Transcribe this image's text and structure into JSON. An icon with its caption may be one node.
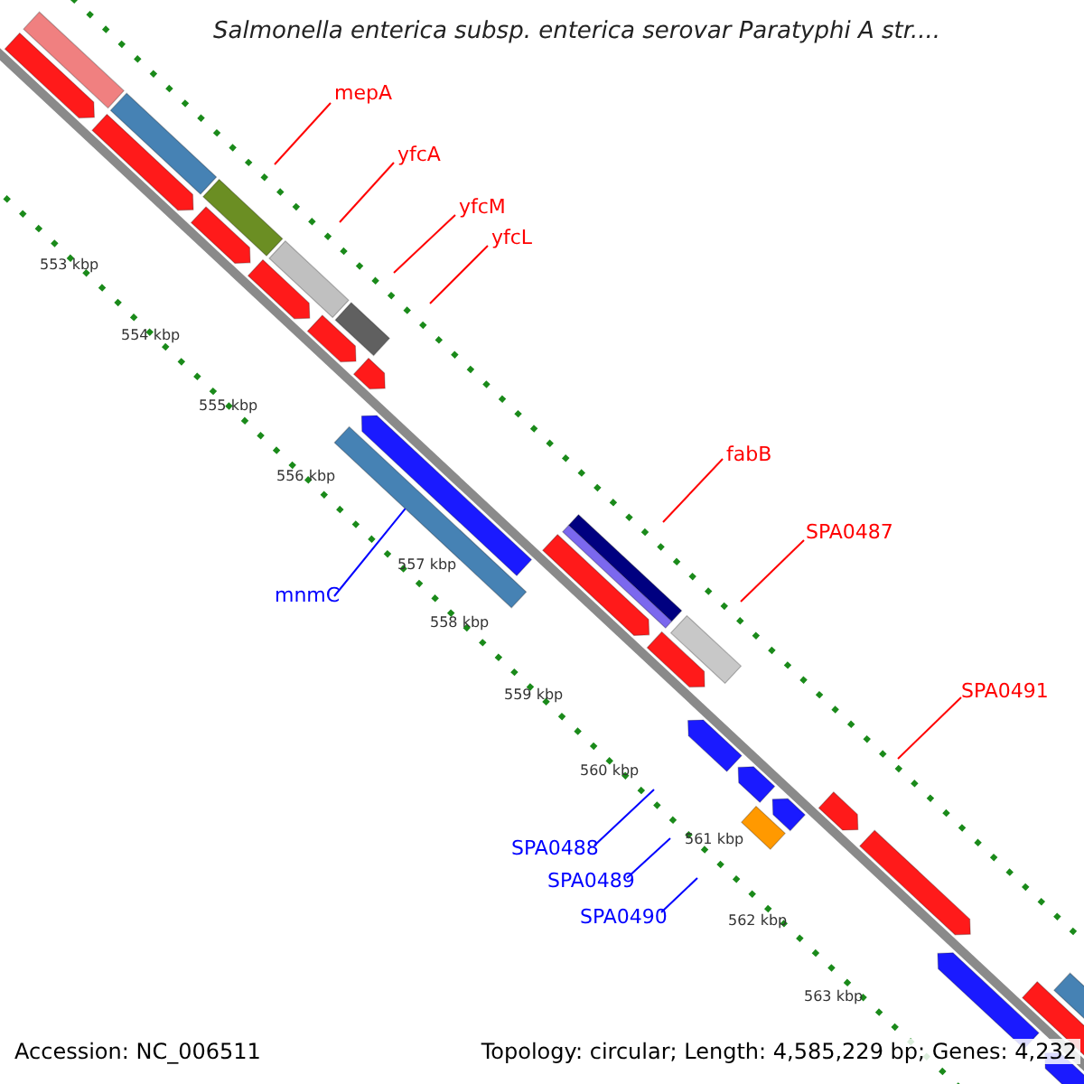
{
  "diagram": {
    "title": "Salmonella enterica subsp. enterica serovar Paratyphi A str....",
    "nodes": [
      {
        "text": [
          "mepA"
        ]
      },
      {
        "text": [
          "yfcA"
        ]
      },
      {
        "text": [
          "yfcM"
        ]
      },
      {
        "text": [
          "yfcL"
        ]
      },
      {
        "text": [
          "fabB"
        ]
      },
      {
        "text": [
          "SPA0487"
        ]
      },
      {
        "text": [
          "SPA0491"
        ]
      },
      {
        "text": [
          "mnmC"
        ]
      },
      {
        "text": [
          "SPA0488"
        ]
      },
      {
        "text": [
          "SPA0489"
        ]
      },
      {
        "text": [
          "SPA0490"
        ]
      },
      {
        "text": [],
        "shape": "bar"
      }
    ],
    "edges": [
      {
        "from": 0,
        "to": null,
        "arrow": "none"
      },
      {
        "from": 1,
        "to": null,
        "arrow": "none"
      },
      {
        "from": 2,
        "to": null,
        "arrow": "none"
      },
      {
        "from": 3,
        "to": null,
        "arrow": "none"
      },
      {
        "from": 4,
        "to": null,
        "arrow": "none"
      },
      {
        "from": 5,
        "to": null,
        "arrow": "none"
      },
      {
        "from": 6,
        "to": null,
        "arrow": "none"
      },
      {
        "from": 7,
        "to": 11,
        "arrow": "none",
        "color": "#0000ff"
      },
      {
        "from": 8,
        "to": null,
        "arrow": "none",
        "color": "#0000ff"
      },
      {
        "from": 9,
        "to": null,
        "arrow": "none",
        "color": "#0000ff"
      },
      {
        "from": 10,
        "to": null,
        "arrow": "none",
        "color": "#0000ff"
      }
    ],
    "labels": [
      "553 kbp",
      "554 kbp",
      "555 kbp",
      "556 kbp",
      "557 kbp",
      "558 kbp",
      "559 kbp",
      "560 kbp",
      "561 kbp",
      "562 kbp",
      "563 kbp",
      "Accession: NC_006511",
      "Topology: circular; Length: 4,585,229 bp; Genes: 4,232"
    ]
  }
}
